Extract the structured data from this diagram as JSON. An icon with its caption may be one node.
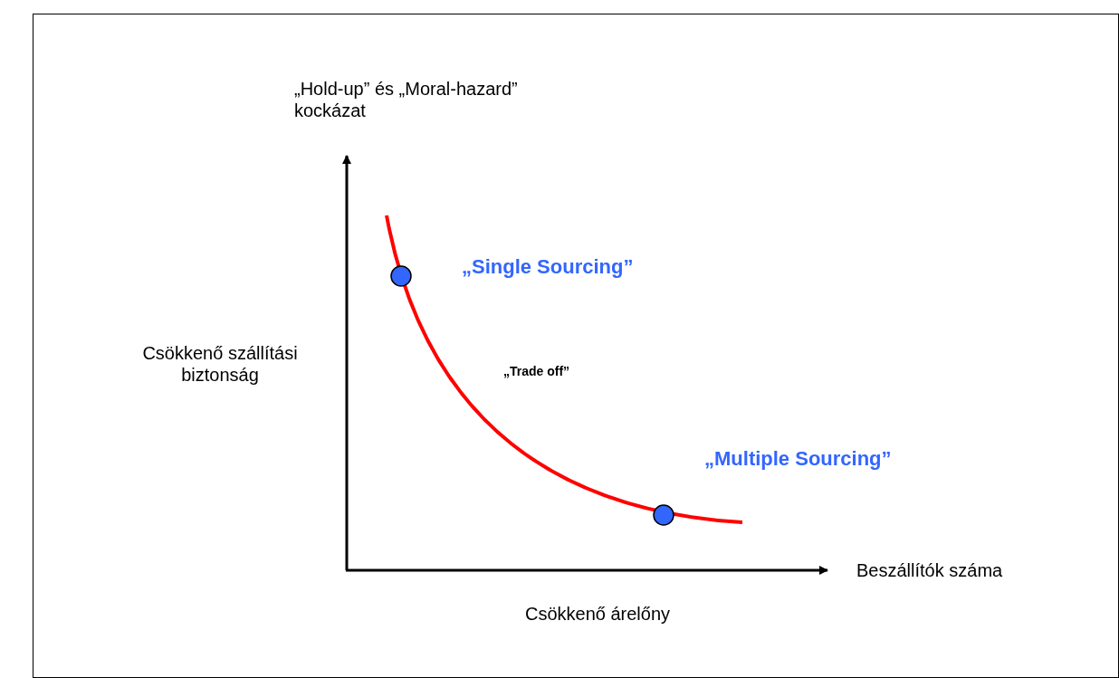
{
  "diagram": {
    "nodes": [
      {
        "text": [],
        "shape": "circle",
        "beside": [
          "„Single Sourcing”"
        ]
      },
      {
        "text": [],
        "shape": "circle",
        "beside": [
          "„Multiple Sourcing”"
        ]
      }
    ],
    "edges": [],
    "labels": [
      "„Hold-up” és „Moral-hazard” kockázat",
      "Csökkenő szállítási biztonság",
      "„Trade off”",
      "Beszállítók száma",
      "Csökkenő árelőny"
    ]
  }
}
